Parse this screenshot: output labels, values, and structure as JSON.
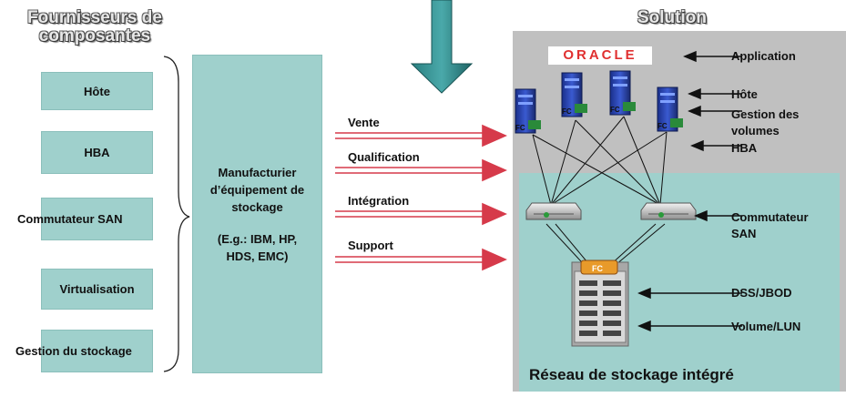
{
  "left_title": [
    "Fournisseurs de",
    "composantes"
  ],
  "right_title": "Solution",
  "components": [
    "Hôte",
    "HBA",
    "Commutateur SAN",
    "Virtualisation",
    "Gestion du stockage"
  ],
  "manufacturer": {
    "lines": [
      "Manufacturier",
      "d’équipement de",
      "stockage"
    ],
    "examples": [
      "(E.g.: IBM, HP,",
      "HDS, EMC)"
    ]
  },
  "flows": [
    "Vente",
    "Qualification",
    "Intégration",
    "Support"
  ],
  "solution_labels": {
    "application": "Application",
    "host": "Hôte",
    "volume_mgmt": [
      "Gestion des",
      "volumes"
    ],
    "hba": "HBA",
    "san_switch": [
      "Commutateur",
      "SAN"
    ],
    "dss": "DSS/JBOD",
    "volume": "Volume/LUN"
  },
  "oracle_logo": "ORACLE",
  "fc_tag": "FC",
  "network_title": "Réseau de stockage intégré",
  "colors": {
    "teal_box": "#9fd0cc",
    "gray_panel": "#c0c0c0",
    "arrow_red": "#d63a4a",
    "big_arrow": "#2e8b8c"
  }
}
